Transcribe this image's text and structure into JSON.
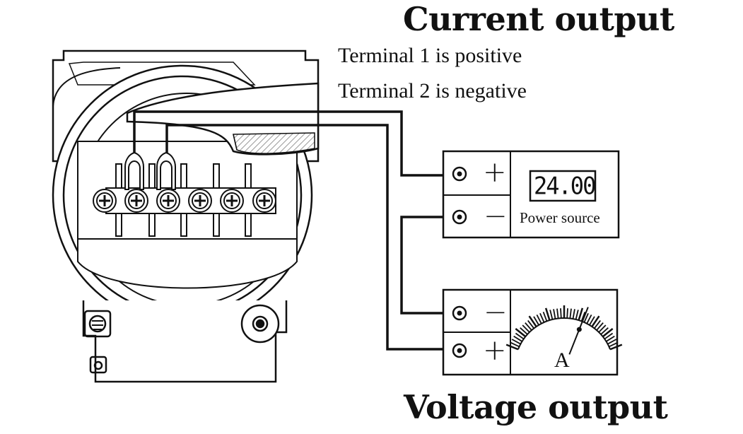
{
  "titles": {
    "current_output": "Current output",
    "voltage_output": "Voltage output"
  },
  "notes": {
    "terminal1": "Terminal 1 is positive",
    "terminal2": "Terminal 2 is negative"
  },
  "power_source": {
    "display_value": "24.00",
    "label": "Power source",
    "positive_symbol": "+",
    "negative_symbol": "−"
  },
  "ammeter": {
    "unit_label": "A",
    "negative_symbol": "−",
    "positive_symbol": "+"
  },
  "colors": {
    "line": "#111111",
    "background": "#ffffff",
    "hatch": "#bbbbbb"
  }
}
